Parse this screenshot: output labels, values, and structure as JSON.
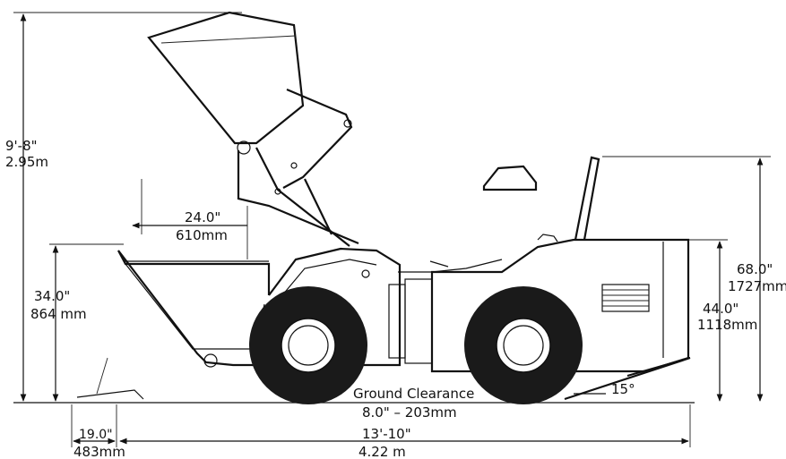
{
  "dimensions": {
    "overall_height": {
      "imperial": "9'-8\"",
      "metric": "2.95m"
    },
    "bucket_depth": {
      "imperial": "24.0\"",
      "metric": "610mm"
    },
    "bucket_height": {
      "imperial": "34.0\"",
      "metric": "864 mm"
    },
    "canopy_height": {
      "imperial": "68.0\"",
      "metric": "1727mm"
    },
    "rear_height": {
      "imperial": "44.0\"",
      "metric": "1118mm"
    },
    "ground_clearance": {
      "label": "Ground Clearance",
      "value": "8.0\" –  203mm"
    },
    "departure_angle": "15°",
    "front_overhang": {
      "imperial": "19.0\"",
      "metric": "483mm"
    },
    "wheelbase": {
      "imperial": "13'-10\"",
      "metric": "4.22 m"
    }
  }
}
